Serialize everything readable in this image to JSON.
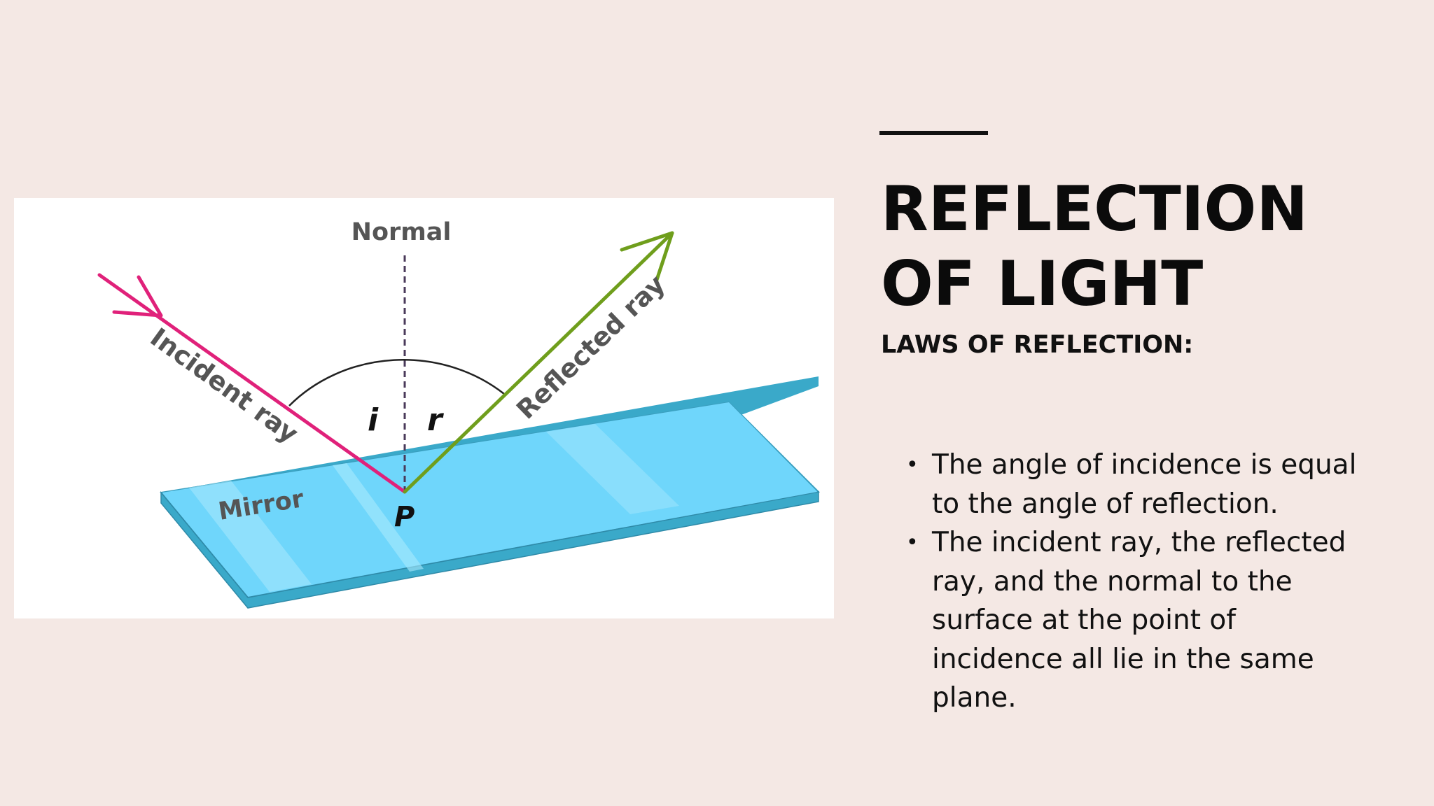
{
  "slide": {
    "title": "REFLECTION OF LIGHT",
    "subtitle": "LAWS OF REFLECTION:",
    "bullets": [
      "The angle of incidence is equal to the angle of reflection.",
      "The incident ray, the reflected ray, and the normal to the surface at the point of incidence all lie in the same plane."
    ]
  },
  "diagram": {
    "labels": {
      "normal": "Normal",
      "incident_ray": "Incident ray",
      "reflected_ray": "Reflected ray",
      "mirror": "Mirror",
      "point": "P",
      "angle_incidence": "i",
      "angle_reflection": "r"
    },
    "colors": {
      "incident_ray": "#e0217a",
      "reflected_ray": "#6f9e1c",
      "mirror_top": "#6fd6fb",
      "mirror_edge": "#3aa9c9",
      "label_text": "#555555",
      "normal_line": "#4a3a5a"
    }
  }
}
